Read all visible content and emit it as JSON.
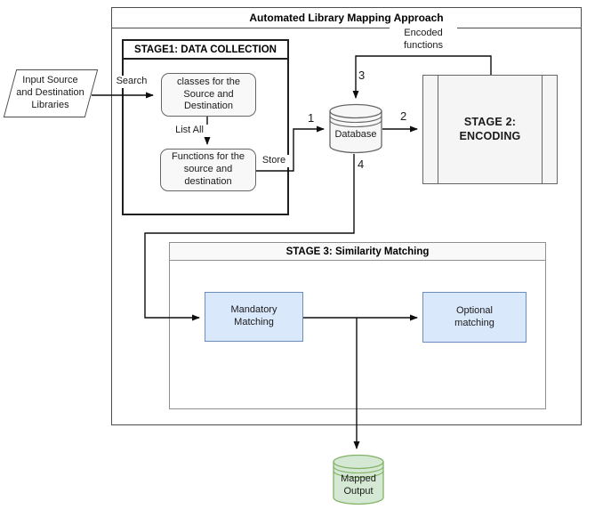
{
  "header": {
    "title": "Automated Library Mapping Approach"
  },
  "input_node": {
    "label": "Input Source\nand Destination\nLibraries"
  },
  "stage1": {
    "title": "STAGE1: DATA COLLECTION",
    "classes_box": "classes for the\nSource and\nDestination",
    "functions_box": "Functions for the\nsource and\ndestination"
  },
  "database": {
    "label": "Database"
  },
  "stage2": {
    "title": "STAGE 2:\nENCODING"
  },
  "stage3": {
    "title": "STAGE 3: Similarity Matching",
    "mandatory_box": "Mandatory\nMatching",
    "optional_box": "Optional\nmatching"
  },
  "output_node": {
    "label": "Mapped\nOutput"
  },
  "edge_labels": {
    "search": "Search",
    "list_all": "List All",
    "store": "Store",
    "encoded": "Encoded\nfunctions",
    "n1": "1",
    "n2": "2",
    "n3": "3",
    "n4": "4"
  },
  "colors": {
    "process_fill": "#f5f5f5",
    "process_border": "#666666",
    "matching_fill": "#dae8fc",
    "matching_border": "#6c8ebf",
    "output_fill": "#d5e8d4",
    "output_border": "#82b366",
    "line": "#0d0d0d"
  }
}
